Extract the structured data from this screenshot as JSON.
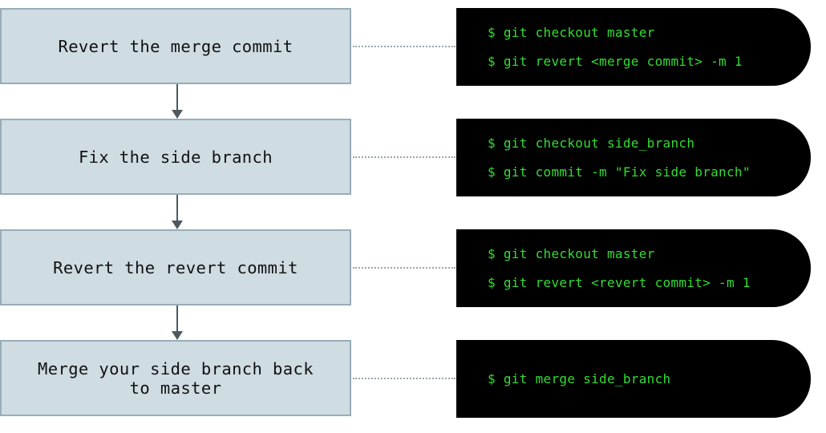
{
  "steps": [
    {
      "label": "Revert the merge commit",
      "commands": [
        "$ git checkout master",
        "$ git revert <merge commit> -m 1"
      ]
    },
    {
      "label": "Fix the side branch",
      "commands": [
        "$ git checkout side_branch",
        "$ git commit -m \"Fix side branch\""
      ]
    },
    {
      "label": "Revert the revert commit",
      "commands": [
        "$ git checkout master",
        "$ git revert <revert commit> -m 1"
      ]
    },
    {
      "label": "Merge your side branch back\nto master",
      "commands": [
        "$ git merge side_branch"
      ]
    }
  ],
  "colors": {
    "box_fill": "#cfdce2",
    "box_border": "#98adb7",
    "terminal_bg": "#000000",
    "command_text": "#33dd33",
    "arrow": "#4e5a60"
  }
}
